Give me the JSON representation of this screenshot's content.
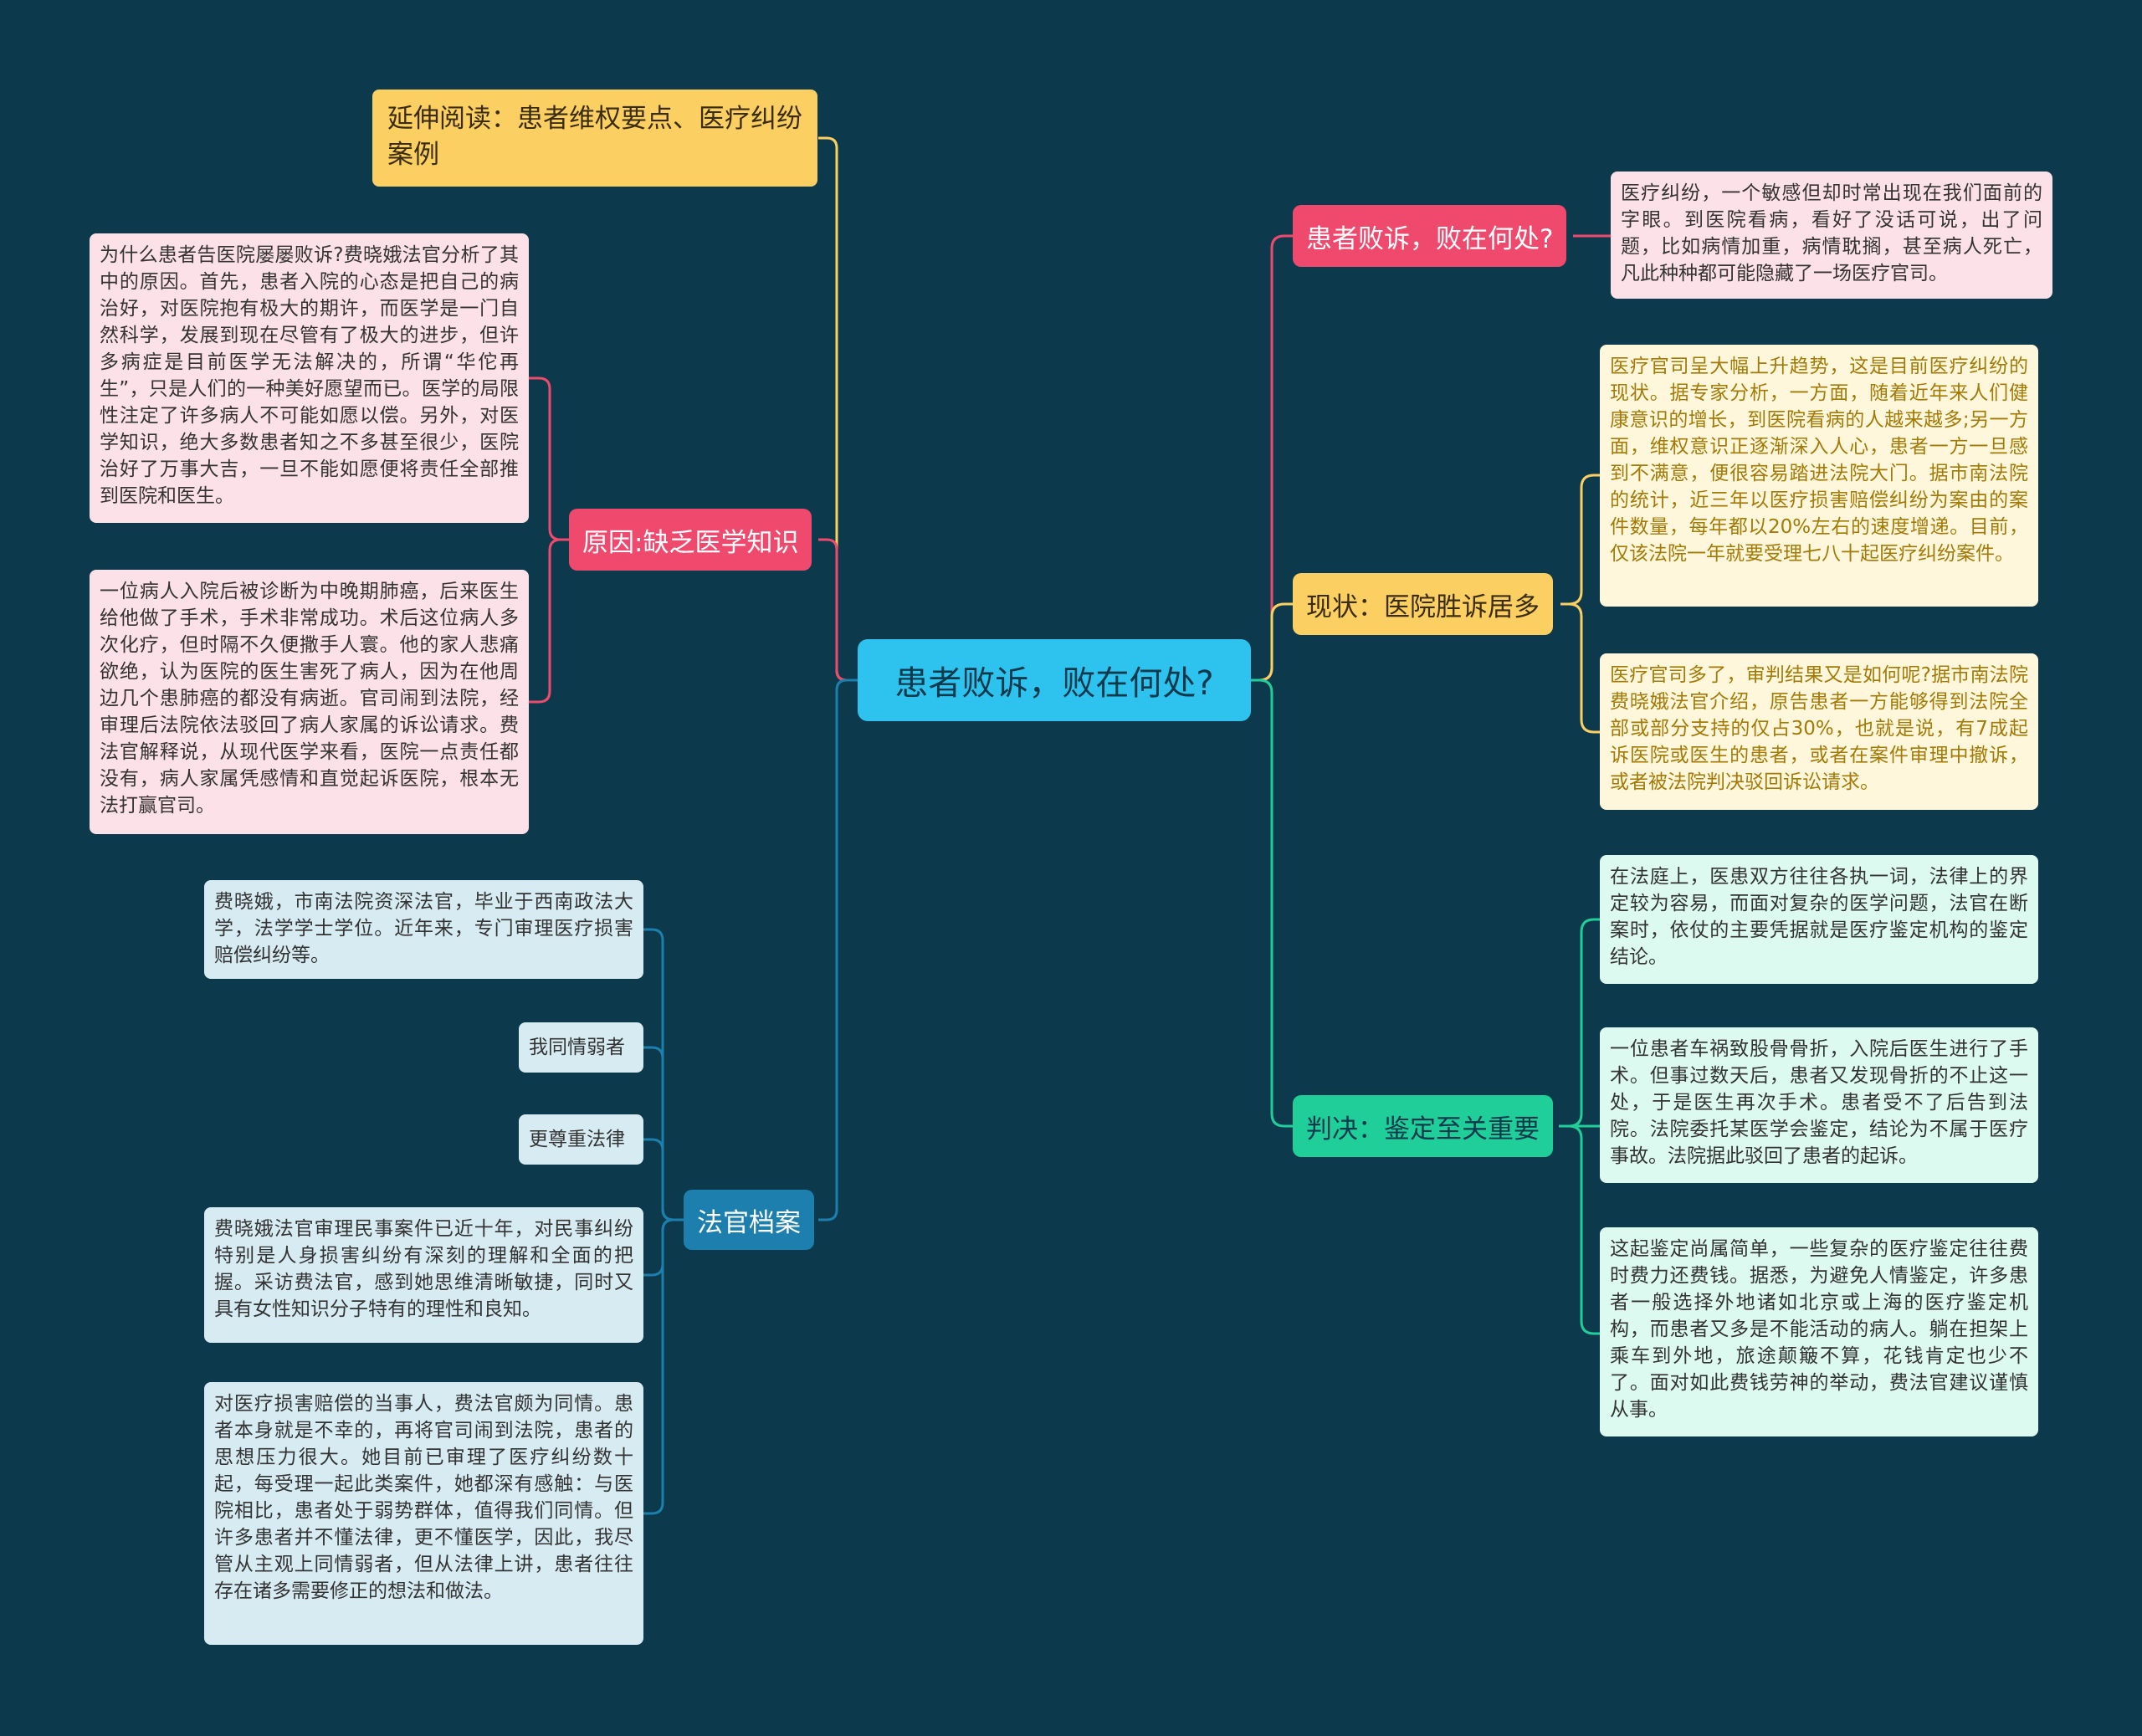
{
  "center": "患者败诉，败在何处?",
  "extend_reading": "延伸阅读：患者维权要点、医疗纠纷案例",
  "branches": {
    "bypass": {
      "title": "患者败诉，败在何处?",
      "leaves": [
        "医疗纠纷，一个敏感但却时常出现在我们面前的字眼。到医院看病，看好了没话可说，出了问题，比如病情加重，病情耽搁，甚至病人死亡，凡此种种都可能隐藏了一场医疗官司。"
      ]
    },
    "status": {
      "title": "现状：医院胜诉居多",
      "leaves": [
        "医疗官司呈大幅上升趋势，这是目前医疗纠纷的现状。据专家分析，一方面，随着近年来人们健康意识的增长，到医院看病的人越来越多;另一方面，维权意识正逐渐深入人心，患者一方一旦感到不满意，便很容易踏进法院大门。据市南法院的统计，近三年以医疗损害赔偿纠纷为案由的案件数量，每年都以20%左右的速度增递。目前，仅该法院一年就要受理七八十起医疗纠纷案件。",
        "医疗官司多了，审判结果又是如何呢?据市南法院费晓娥法官介绍，原告患者一方能够得到法院全部或部分支持的仅占30%，也就是说，有7成起诉医院或医生的患者，或者在案件审理中撤诉，或者被法院判决驳回诉讼请求。"
      ]
    },
    "judgment": {
      "title": "判决：鉴定至关重要",
      "leaves": [
        "在法庭上，医患双方往往各执一词，法律上的界定较为容易，而面对复杂的医学问题，法官在断案时，依仗的主要凭据就是医疗鉴定机构的鉴定结论。",
        "一位患者车祸致股骨骨折，入院后医生进行了手术。但事过数天后，患者又发现骨折的不止这一处，于是医生再次手术。患者受不了后告到法院。法院委托某医学会鉴定，结论为不属于医疗事故。法院据此驳回了患者的起诉。",
        "这起鉴定尚属简单，一些复杂的医疗鉴定往往费时费力还费钱。据悉，为避免人情鉴定，许多患者一般选择外地诸如北京或上海的医疗鉴定机构，而患者又多是不能活动的病人。躺在担架上乘车到外地，旅途颠簸不算，花钱肯定也少不了。面对如此费钱劳神的举动，费法官建议谨慎从事。"
      ]
    },
    "reason": {
      "title": "原因:缺乏医学知识",
      "leaves": [
        "为什么患者告医院屡屡败诉?费晓娥法官分析了其中的原因。首先，患者入院的心态是把自己的病治好，对医院抱有极大的期许，而医学是一门自然科学，发展到现在尽管有了极大的进步，但许多病症是目前医学无法解决的，所谓“华佗再生”，只是人们的一种美好愿望而已。医学的局限性注定了许多病人不可能如愿以偿。另外，对医学知识，绝大多数患者知之不多甚至很少，医院治好了万事大吉，一旦不能如愿便将责任全部推到医院和医生。",
        "一位病人入院后被诊断为中晚期肺癌，后来医生给他做了手术，手术非常成功。术后这位病人多次化疗，但时隔不久便撒手人寰。他的家人悲痛欲绝，认为医院的医生害死了病人，因为在他周边几个患肺癌的都没有病逝。官司闹到法院，经审理后法院依法驳回了病人家属的诉讼请求。费法官解释说，从现代医学来看，医院一点责任都没有，病人家属凭感情和直觉起诉医院，根本无法打赢官司。"
      ]
    },
    "judge": {
      "title": "法官档案",
      "leaves": [
        "费晓娥，市南法院资深法官，毕业于西南政法大学，法学学士学位。近年来，专门审理医疗损害赔偿纠纷等。",
        "我同情弱者",
        "更尊重法律",
        "费晓娥法官审理民事案件已近十年，对民事纠纷特别是人身损害纠纷有深刻的理解和全面的把握。采访费法官，感到她思维清晰敏捷，同时又具有女性知识分子特有的理性和良知。",
        "对医疗损害赔偿的当事人，费法官颇为同情。患者本身就是不幸的，再将官司闹到法院，患者的思想压力很大。她目前已审理了医疗纠纷数十起，每受理一起此类案件，她都深有感触：与医院相比，患者处于弱势群体，值得我们同情。但许多患者并不懂法律，更不懂医学，因此，我尽管从主观上同情弱者，但从法律上讲，患者往往存在诸多需要修正的想法和做法。"
      ]
    }
  },
  "colors": {
    "background": "#0c3a4c",
    "center": "#2ec3ee",
    "red": "#ef4a6e",
    "yellow": "#fbcf62",
    "green": "#20ce99",
    "blue": "#1c7fae"
  }
}
